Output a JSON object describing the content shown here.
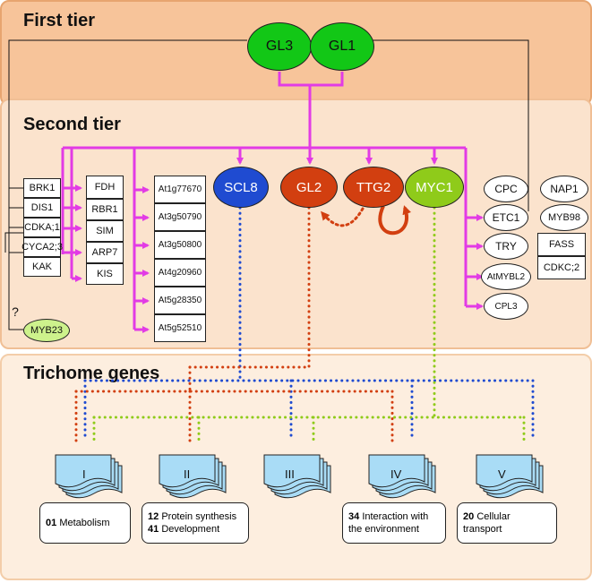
{
  "tiers": {
    "first": "First tier",
    "second": "Second tier",
    "third": "Trichome genes"
  },
  "first_tier_genes": [
    "GL3",
    "GL1"
  ],
  "second_tier_genes": [
    "SCL8",
    "GL2",
    "TTG2",
    "MYC1"
  ],
  "left_group_a": [
    "BRK1",
    "DIS1",
    "CDKA;1",
    "CYCA2;3",
    "KAK"
  ],
  "left_group_b": [
    "FDH",
    "RBR1",
    "SIM",
    "ARP7",
    "KIS"
  ],
  "at_genes": [
    "At1g77670",
    "At3g50790",
    "At3g50800",
    "At4g20960",
    "At5g28350",
    "At5g52510"
  ],
  "myb23": "MYB23",
  "question_mark": "?",
  "right_group_a": [
    "CPC",
    "ETC1",
    "TRY",
    "AtMYBL2",
    "CPL3"
  ],
  "right_group_b": [
    "NAP1",
    "MYB98",
    "FASS",
    "CDKC;2"
  ],
  "categories": [
    {
      "roman": "I",
      "items": [
        {
          "num": "01",
          "text": "Metabolism"
        }
      ]
    },
    {
      "roman": "II",
      "items": [
        {
          "num": "12",
          "text": "Protein synthesis"
        },
        {
          "num": "41",
          "text": "Development"
        }
      ]
    },
    {
      "roman": "III",
      "items": []
    },
    {
      "roman": "IV",
      "items": [
        {
          "num": "34",
          "text": "Interaction with"
        },
        {
          "num": "",
          "text": "the environment"
        }
      ]
    },
    {
      "roman": "V",
      "items": [
        {
          "num": "20",
          "text": "Cellular transport"
        }
      ]
    }
  ],
  "colors": {
    "magenta": "#e23be5",
    "scl8": "#1f4bd1",
    "gl2": "#d23f10",
    "ttg2": "#d23f10",
    "myc1": "#8fcb1a",
    "first_tier_green": "#12c716",
    "myb23": "#cdf28c",
    "doc": "#a9dcf6"
  }
}
